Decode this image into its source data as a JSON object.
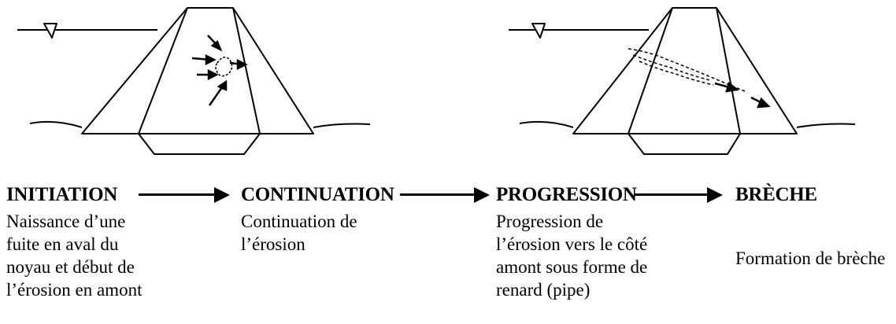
{
  "stages": [
    {
      "title": "INITIATION",
      "description": [
        "Naissance d’une",
        "fuite en aval du",
        "noyau et début de",
        "l’érosion en amont"
      ]
    },
    {
      "title": "CONTINUATION",
      "description": [
        "Continuation de",
        "l’érosion"
      ]
    },
    {
      "title": "PROGRESSION",
      "description": [
        "Progression de",
        "l’érosion vers le côté",
        "amont sous forme de",
        "renard (pipe)"
      ]
    },
    {
      "title": "BRÈCHE",
      "description": [
        "Formation de brèche"
      ]
    }
  ]
}
